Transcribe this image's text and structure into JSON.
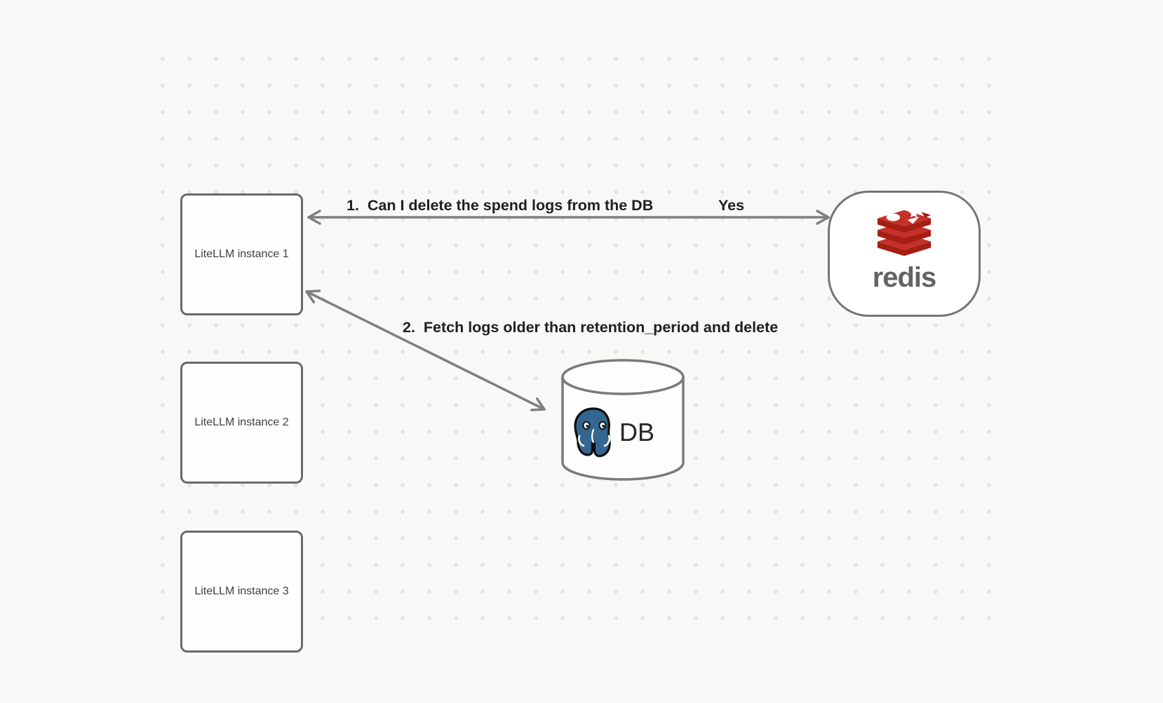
{
  "diagram": {
    "background_color": "#f8f8f7",
    "grid_dot_color": "#e4e4e2",
    "box_border_color": "#6a6a6a",
    "arrow_color": "#7f7f7f",
    "instances": [
      {
        "label": "LiteLLM instance 1"
      },
      {
        "label": "LiteLLM instance 2"
      },
      {
        "label": "LiteLLM instance 3"
      }
    ],
    "redis": {
      "label": "redis",
      "logo_red": "#C6302B",
      "logo_dark_red": "#A41E11",
      "word_color": "#636363"
    },
    "db": {
      "label": "DB",
      "postgres_blue": "#336791"
    },
    "arrows": [
      {
        "label": "1.  Can I delete the spend logs from the DB",
        "response": "Yes"
      },
      {
        "label": "2.  Fetch logs older than retention_period and delete"
      }
    ]
  }
}
